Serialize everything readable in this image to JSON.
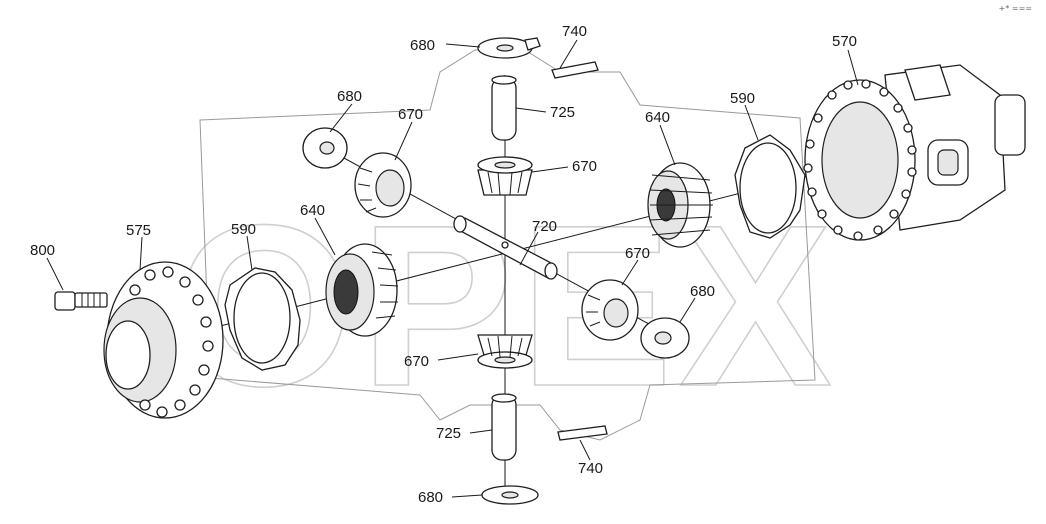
{
  "diagram": {
    "labels": {
      "l680a": "680",
      "l740a": "740",
      "l570": "570",
      "l680b": "680",
      "l670a": "670",
      "l725a": "725",
      "l640a": "640",
      "l590a": "590",
      "l670b": "670",
      "l575": "575",
      "l590b": "590",
      "l640b": "640",
      "l720": "720",
      "l800": "800",
      "l670c": "670",
      "l680c": "680",
      "l670d": "670",
      "l725b": "725",
      "l740b": "740",
      "l680d": "680"
    },
    "watermark": "OPEX",
    "corner_mark": "+* ==="
  }
}
